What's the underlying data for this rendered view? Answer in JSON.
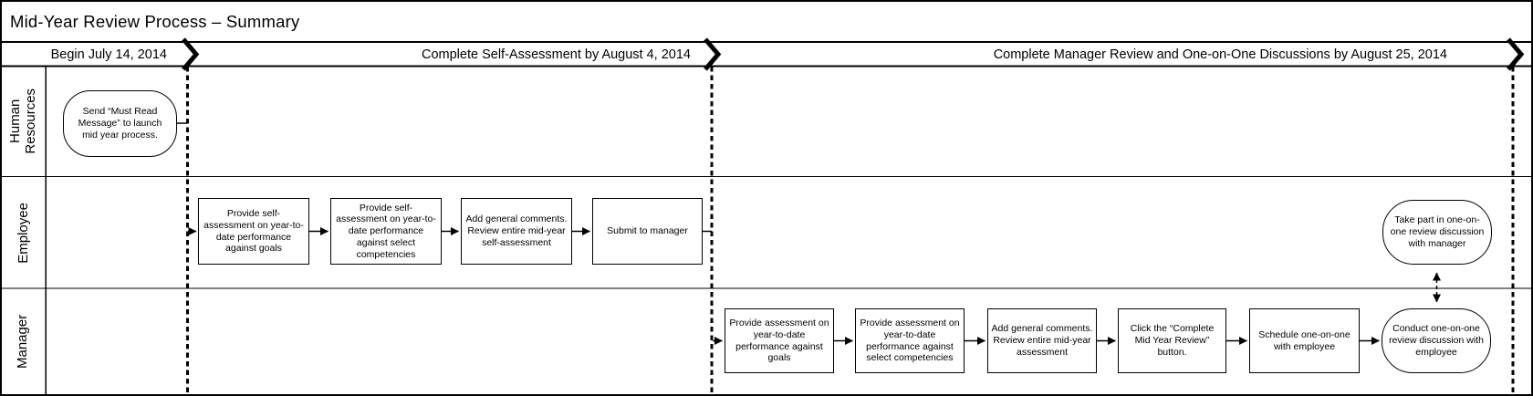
{
  "title": "Mid-Year Review Process – Summary",
  "phases": [
    {
      "label": "Begin July 14, 2014"
    },
    {
      "label": "Complete Self-Assessment by August 4, 2014"
    },
    {
      "label": "Complete Manager Review and One-on-One Discussions by August 25, 2014"
    }
  ],
  "lanes": [
    {
      "label": "Human Resources"
    },
    {
      "label": "Employee"
    },
    {
      "label": "Manager"
    }
  ],
  "nodes": {
    "hr_send": {
      "lane": "Human Resources",
      "shape": "terminator",
      "text": "Send “Must Read Message” to launch mid year process."
    },
    "emp_goals": {
      "lane": "Employee",
      "shape": "process",
      "text": "Provide self-assessment on year-to-date performance against goals"
    },
    "emp_competencies": {
      "lane": "Employee",
      "shape": "process",
      "text": "Provide self-assessment on year-to-date performance against select competencies"
    },
    "emp_comments": {
      "lane": "Employee",
      "shape": "process",
      "text": "Add general comments. Review entire mid-year self-assessment"
    },
    "emp_submit": {
      "lane": "Employee",
      "shape": "process",
      "text": "Submit to manager"
    },
    "emp_discussion": {
      "lane": "Employee",
      "shape": "terminator",
      "text": "Take part in one-on-one review discussion with manager"
    },
    "mgr_goals": {
      "lane": "Manager",
      "shape": "process",
      "text": "Provide assessment on year-to-date performance against goals"
    },
    "mgr_competencies": {
      "lane": "Manager",
      "shape": "process",
      "text": "Provide assessment on year-to-date performance against select competencies"
    },
    "mgr_comments": {
      "lane": "Manager",
      "shape": "process",
      "text": "Add general comments. Review entire mid-year assessment"
    },
    "mgr_click": {
      "lane": "Manager",
      "shape": "process",
      "text": "Click the “Complete Mid Year Review” button."
    },
    "mgr_schedule": {
      "lane": "Manager",
      "shape": "process",
      "text": "Schedule one-on-one with employee"
    },
    "mgr_conduct": {
      "lane": "Manager",
      "shape": "terminator",
      "text": "Conduct one-on-one review discussion with employee"
    }
  },
  "connections": [
    {
      "from": "hr_send",
      "to": "emp_goals",
      "style": "solid-arrow"
    },
    {
      "from": "emp_goals",
      "to": "emp_competencies",
      "style": "solid-arrow"
    },
    {
      "from": "emp_competencies",
      "to": "emp_comments",
      "style": "solid-arrow"
    },
    {
      "from": "emp_comments",
      "to": "emp_submit",
      "style": "solid-arrow"
    },
    {
      "from": "emp_submit",
      "to": "mgr_goals",
      "style": "solid-arrow"
    },
    {
      "from": "mgr_goals",
      "to": "mgr_competencies",
      "style": "solid-arrow"
    },
    {
      "from": "mgr_competencies",
      "to": "mgr_comments",
      "style": "solid-arrow"
    },
    {
      "from": "mgr_comments",
      "to": "mgr_click",
      "style": "solid-arrow"
    },
    {
      "from": "mgr_click",
      "to": "mgr_schedule",
      "style": "solid-arrow"
    },
    {
      "from": "mgr_schedule",
      "to": "mgr_conduct",
      "style": "solid-arrow"
    },
    {
      "from": "mgr_conduct",
      "to": "emp_discussion",
      "style": "dashed-double-arrow"
    }
  ],
  "colors": {
    "line": "#000000",
    "background": "#ffffff"
  }
}
